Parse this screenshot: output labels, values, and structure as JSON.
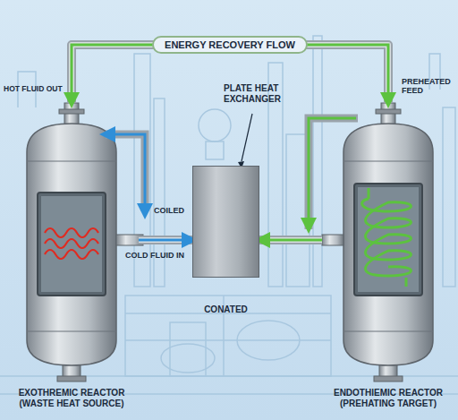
{
  "diagram": {
    "nodes": [
      {
        "text": [
          "EXOTHREMIC REACTOR (WASTE HEAT SOURCE)"
        ]
      },
      {
        "text": [
          "CONATED"
        ]
      },
      {
        "text": [
          "ENDOTHIEMIC REACTOR (PREHATING TARGET)"
        ]
      }
    ],
    "edges": [
      {
        "from": 0,
        "to": 2,
        "arrow": "both",
        "label": "ENERGY RECOVERY FLOW"
      },
      {
        "from": 0,
        "to": 1,
        "arrow": "to"
      },
      {
        "from": 2,
        "to": 1,
        "arrow": "to"
      }
    ],
    "labels": [
      "HOT FLUID OUT",
      "PREHEATED FEED",
      "PLATE HEAT EXCHANGER",
      "COILED",
      "COLD FLUID IN"
    ]
  }
}
